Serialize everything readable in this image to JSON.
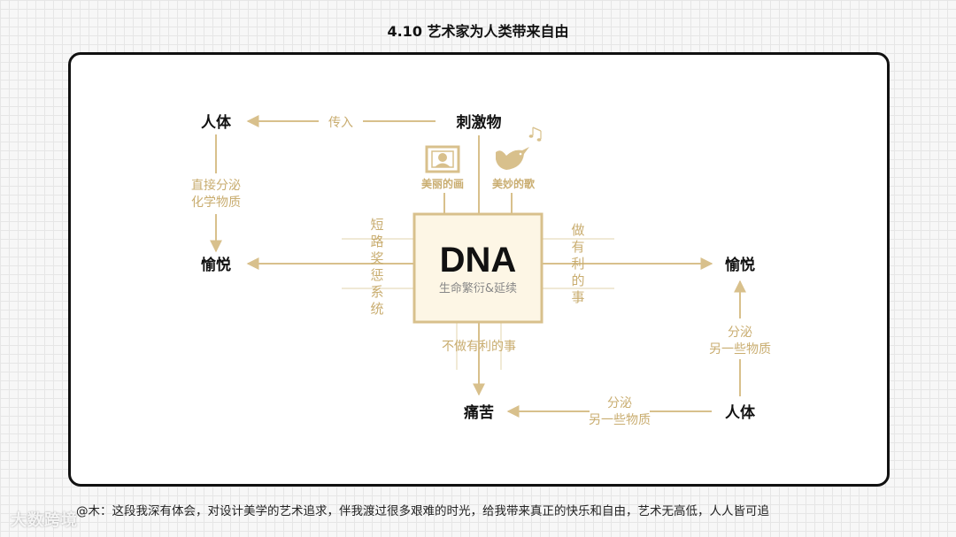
{
  "page": {
    "heading": "4.10   艺术家为人类带来自由",
    "footer": "@木：这段我深有体会，对设计美学的艺术追求，伴我渡过很多艰难的时光，给我带来真正的快乐和自由，艺术无高低，人人皆可追",
    "watermark": "大数跨境"
  },
  "diagram": {
    "accent_color": "#d8c08c",
    "center_fill": "#fdf6e5",
    "nodes": {
      "body_top": "人体",
      "stimulus": "刺激物",
      "pleasure_left": "愉悦",
      "pleasure_right": "愉悦",
      "pain": "痛苦",
      "body_right": "人体"
    },
    "labels": {
      "transmit": "传入",
      "secrete_left_1": "直接分泌",
      "secrete_left_2": "化学物质",
      "beautiful_painting": "美丽的画",
      "beautiful_song": "美妙的歌",
      "short_reward": [
        "短",
        "路",
        "奖",
        "惩",
        "系",
        "统"
      ],
      "beneficial": [
        "做",
        "有",
        "利",
        "的",
        "事"
      ],
      "not_beneficial": "不做有利的事",
      "secrete_right_1": "分泌",
      "secrete_right_2": "另一些物质",
      "secrete_bottom_1": "分泌",
      "secrete_bottom_2": "另一些物质"
    },
    "center": {
      "title": "DNA",
      "subtitle": "生命繁衍&延续"
    },
    "icons": [
      "picture-frame-icon",
      "bird-icon",
      "music-notes-icon"
    ]
  }
}
